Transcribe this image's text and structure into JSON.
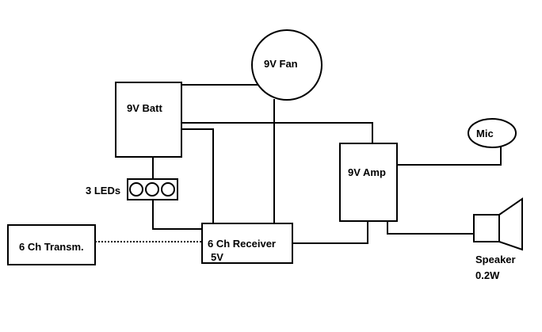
{
  "colors": {
    "stroke": "#000000",
    "background": "#ffffff"
  },
  "blocks": {
    "fan": "9V Fan",
    "batt": "9V Batt",
    "mic": "Mic",
    "amp": "9V Amp",
    "leds": "3 LEDs",
    "transmitter": "6 Ch Transm.",
    "receiver_line1": "6 Ch Receiver",
    "receiver_line2": "5V",
    "speaker_line1": "Speaker",
    "speaker_line2": "0.2W"
  }
}
